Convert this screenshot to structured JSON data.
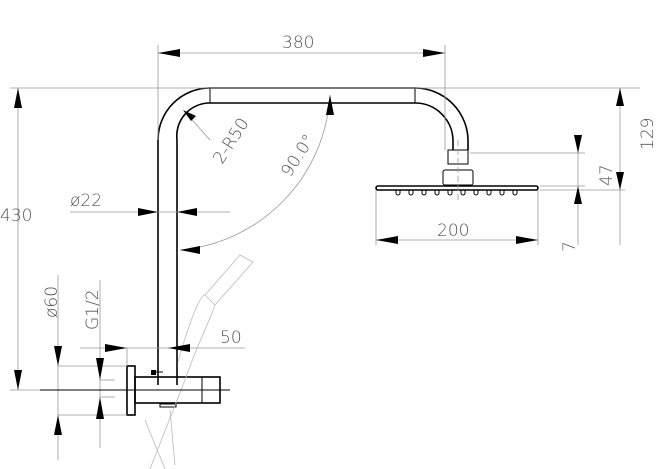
{
  "title": "Shower column dimensions drawing",
  "dimensions": {
    "arm_length": "380",
    "total_height": "430",
    "head_drop": "129",
    "head_connector": "47",
    "head_thickness": "7",
    "head_width": "200",
    "pipe_diameter": "ø22",
    "bend_radius": "2-R50",
    "bend_angle": "90.0°",
    "flange_diameter": "ø60",
    "thread": "G1/2",
    "wall_offset": "50"
  }
}
